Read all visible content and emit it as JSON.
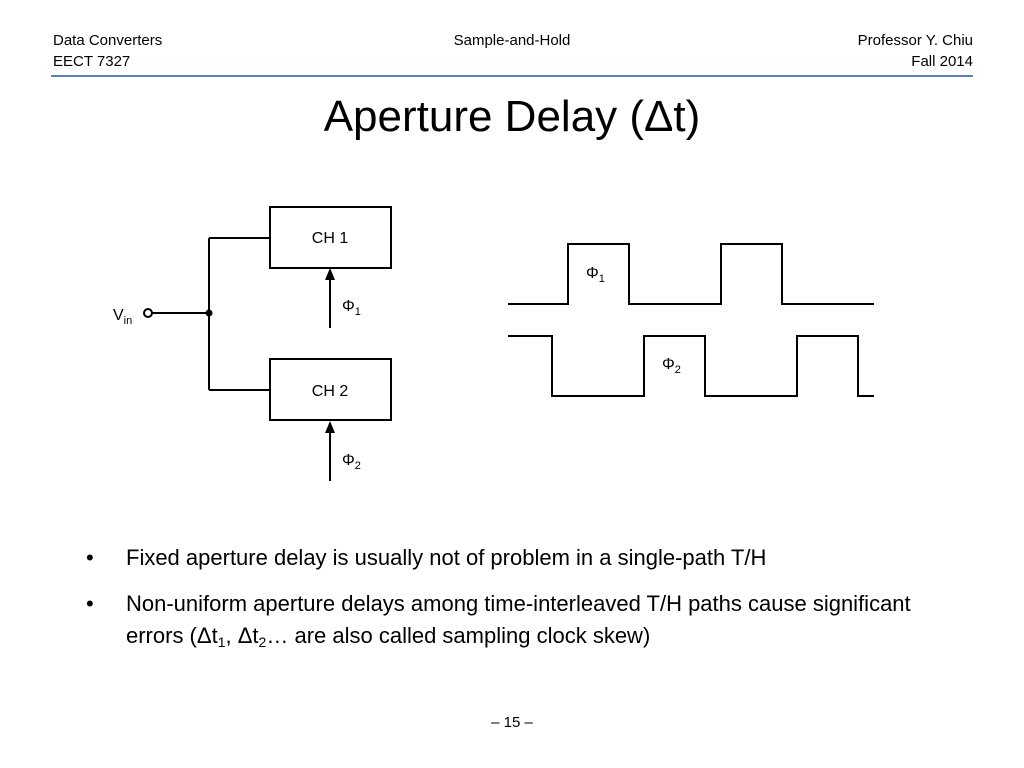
{
  "header": {
    "course": "Data Converters",
    "code": "EECT 7327",
    "topic": "Sample-and-Hold",
    "instructor": "Professor Y. Chiu",
    "term": "Fall 2014"
  },
  "title": "Aperture Delay (Δt)",
  "diagram": {
    "block1": "CH 1",
    "block2": "CH 2",
    "input_label": "V",
    "input_sub": "in",
    "clock_symbol": "Φ",
    "clock1_sub": "1",
    "clock2_sub": "2"
  },
  "bullets": [
    {
      "text": "Fixed aperture delay is usually not of problem in a single-path T/H"
    },
    {
      "runs": [
        {
          "t": "Non-uniform aperture delays among time-interleaved T/H paths cause significant errors (Δt"
        },
        {
          "sub": "1"
        },
        {
          "t": ", Δt"
        },
        {
          "sub": "2"
        },
        {
          "t": "… are also called sampling clock skew)"
        }
      ]
    }
  ],
  "footer": "– 15 –"
}
